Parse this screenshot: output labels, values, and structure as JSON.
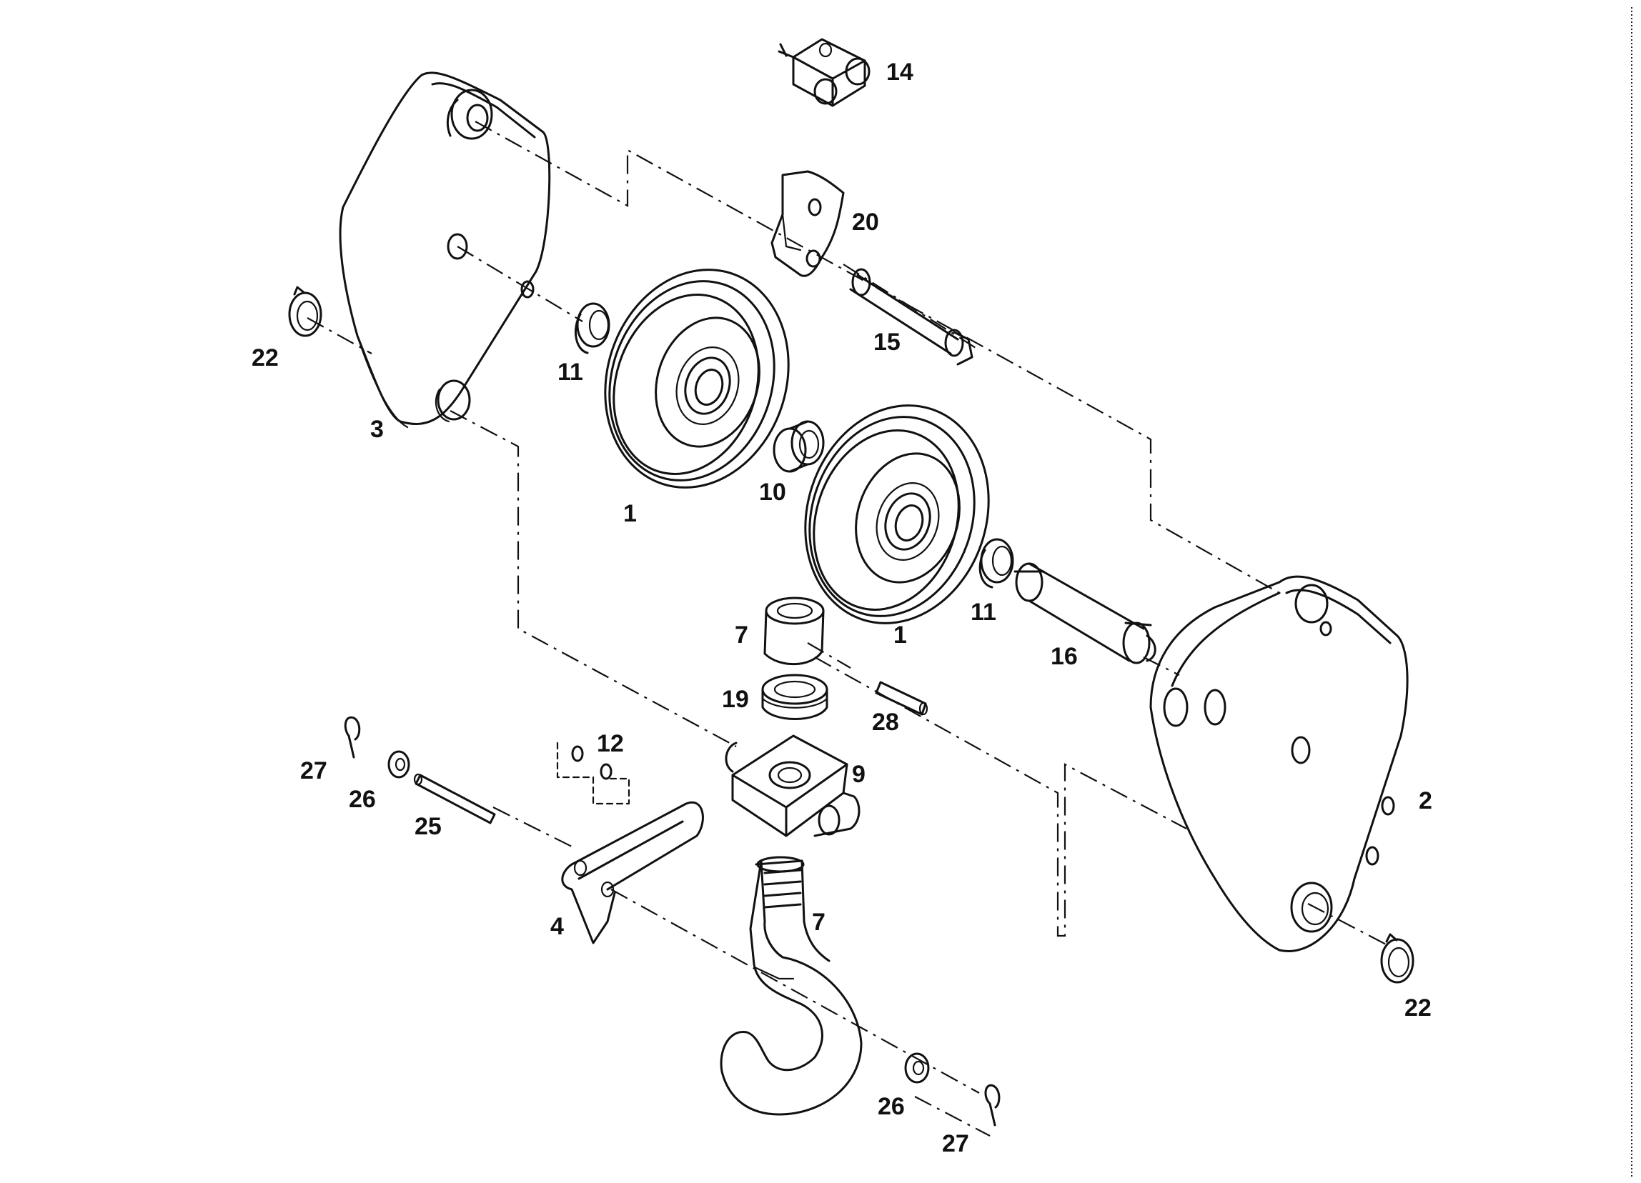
{
  "callouts": {
    "part_1a": "1",
    "part_1b": "1",
    "part_2": "2",
    "part_3": "3",
    "part_4": "4",
    "part_7a": "7",
    "part_7b": "7",
    "part_9": "9",
    "part_10": "10",
    "part_11a": "11",
    "part_11b": "11",
    "part_12": "12",
    "part_14": "14",
    "part_15": "15",
    "part_16": "16",
    "part_19": "19",
    "part_20": "20",
    "part_22a": "22",
    "part_22b": "22",
    "part_25": "25",
    "part_26a": "26",
    "part_26b": "26",
    "part_27a": "27",
    "part_27b": "27",
    "part_28": "28"
  }
}
